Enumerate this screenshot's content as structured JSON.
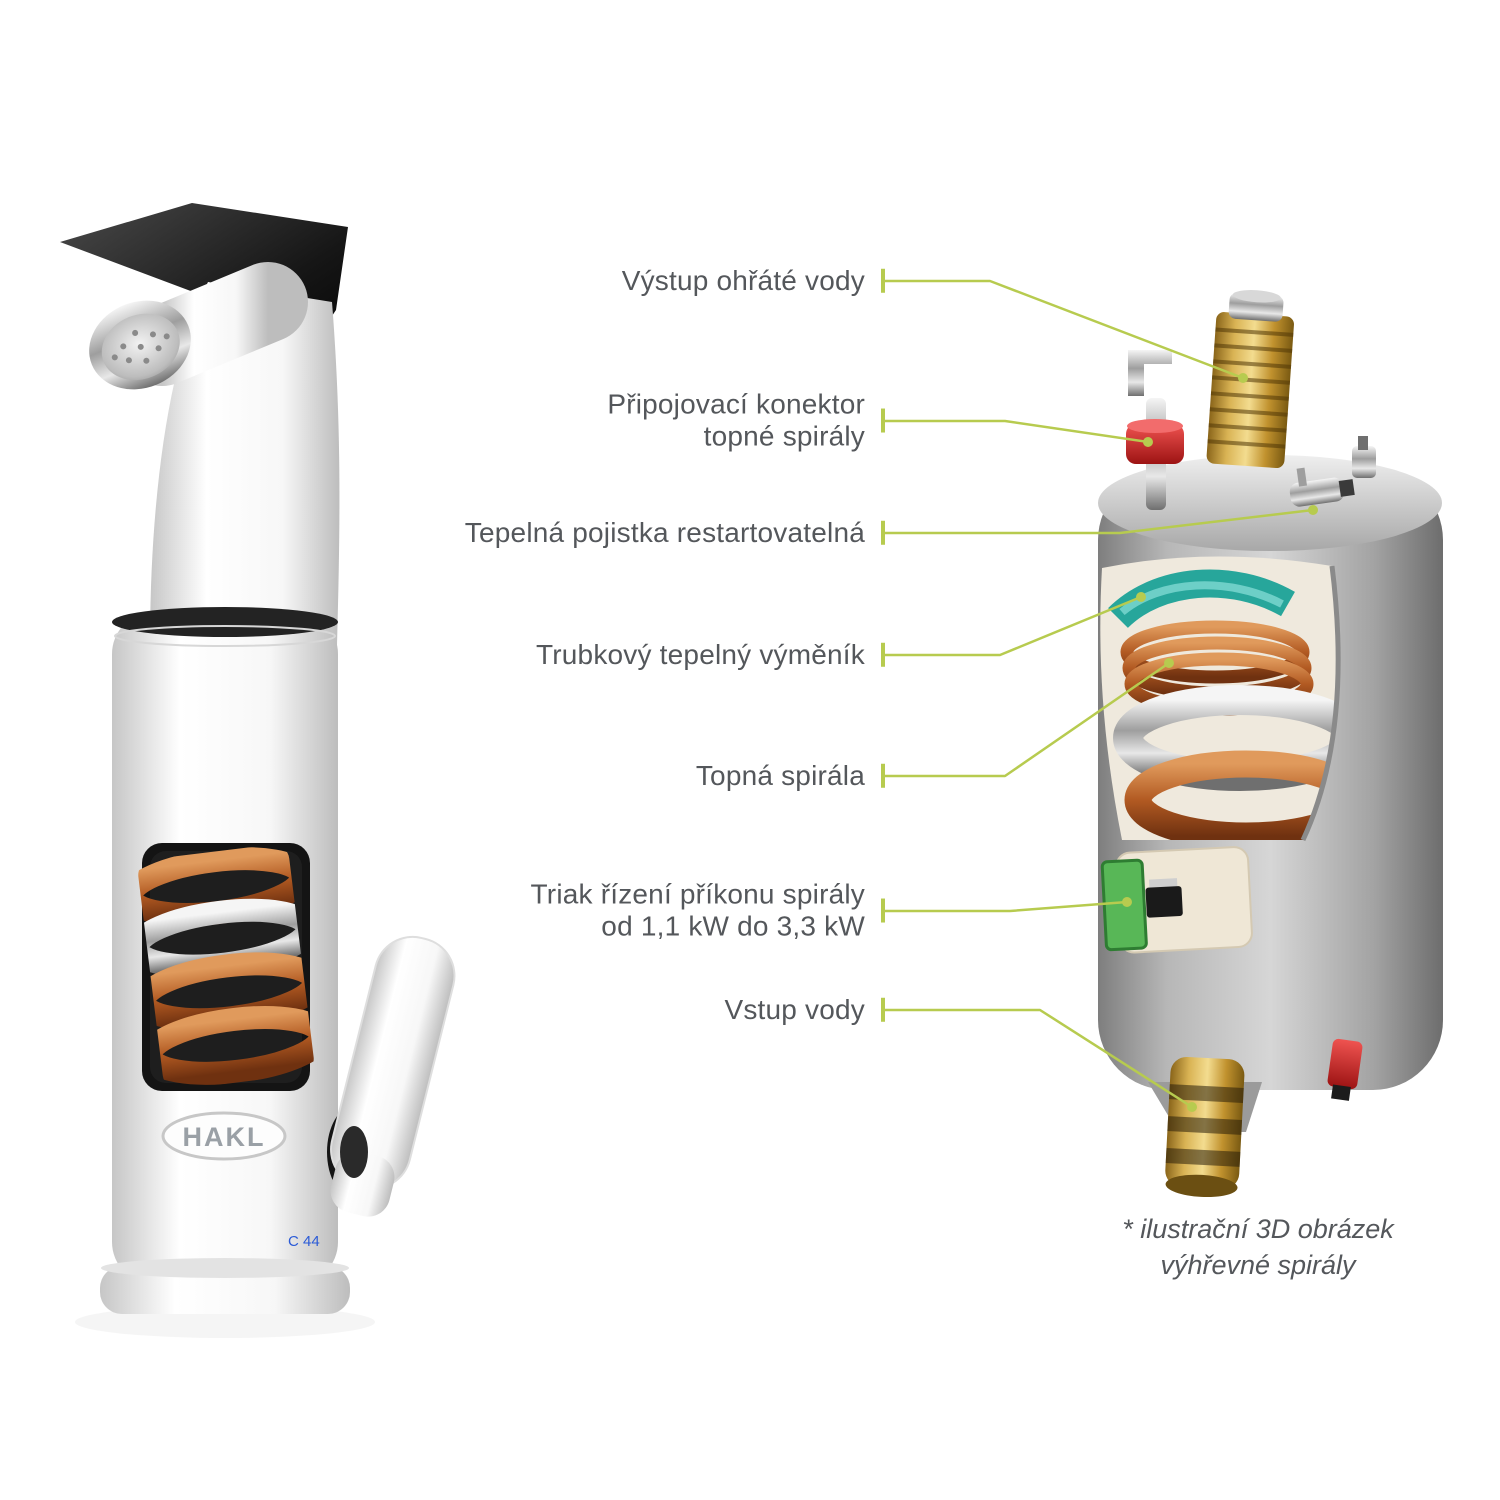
{
  "diagram": {
    "background": "#ffffff",
    "accent_color": "#b7cb4f",
    "label_color": "#54575b"
  },
  "product": {
    "brand_logo": "HAKL",
    "model_marking": "C 44"
  },
  "callouts": [
    {
      "id": "heated-water-outlet",
      "lines": [
        "Výstup ohřáté vody"
      ]
    },
    {
      "id": "heating-coil-connector",
      "lines": [
        "Připojovací konektor",
        "topné spirály"
      ]
    },
    {
      "id": "thermal-fuse",
      "lines": [
        "Tepelná pojistka restartovatelná"
      ]
    },
    {
      "id": "tube-heat-exchanger",
      "lines": [
        "Trubkový tepelný výměník"
      ]
    },
    {
      "id": "heating-coil",
      "lines": [
        "Topná spirála"
      ]
    },
    {
      "id": "triac-power-control",
      "lines": [
        "Triak řízení příkonu spirály",
        "od 1,1 kW do 3,3 kW"
      ]
    },
    {
      "id": "water-inlet",
      "lines": [
        "Vstup vody"
      ]
    }
  ],
  "footnote": {
    "lines": [
      "* ilustrační 3D obrázek",
      "výhřevné spirály"
    ]
  }
}
